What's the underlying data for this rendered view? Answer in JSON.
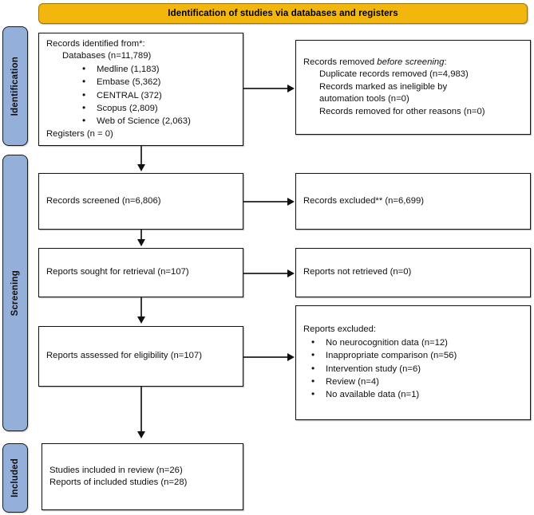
{
  "banner": {
    "title": "Identification of studies via databases and registers",
    "color": "#F3B60C"
  },
  "stages": {
    "identification": "Identification",
    "screening": "Screening",
    "included": "Included",
    "color": "#95AFDB"
  },
  "boxes": {
    "identified": {
      "name": "Records identified from*:",
      "line_databases": "Databases (n=11,789)",
      "bullets": [
        "Medline (1,183)",
        "Embase (5,362)",
        "CENTRAL (372)",
        "Scopus (2,809)",
        "Web of Science (2,063)"
      ],
      "line_registers": "Registers (n = 0)"
    },
    "removed": {
      "heading_plain": "Records removed ",
      "heading_italic": "before screening",
      "heading_tail": ":",
      "lines": [
        "Duplicate records removed (n=4,983)",
        "Records marked as ineligible by",
        "automation tools (n=0)",
        "Records removed for other reasons (n=0)"
      ]
    },
    "screened": {
      "text": "Records screened (n=6,806)"
    },
    "excluded": {
      "text": "Records excluded** (n=6,699)"
    },
    "sought": {
      "text": "Reports sought for retrieval (n=107)"
    },
    "not_retrieved": {
      "text": "Reports not retrieved (n=0)"
    },
    "assessed": {
      "text": "Reports assessed for eligibility (n=107)"
    },
    "reports_excluded": {
      "heading": "Reports excluded:",
      "bullets": [
        "No neurocognition data (n=12)",
        "Inappropriate comparison (n=56)",
        "Intervention study (n=6)",
        "Review (n=4)",
        "No available data (n=1)"
      ]
    },
    "included": {
      "line1": "Studies included in review (n=26)",
      "line2": "Reports of included studies (n=28)"
    }
  },
  "bullet_glyph": "•"
}
